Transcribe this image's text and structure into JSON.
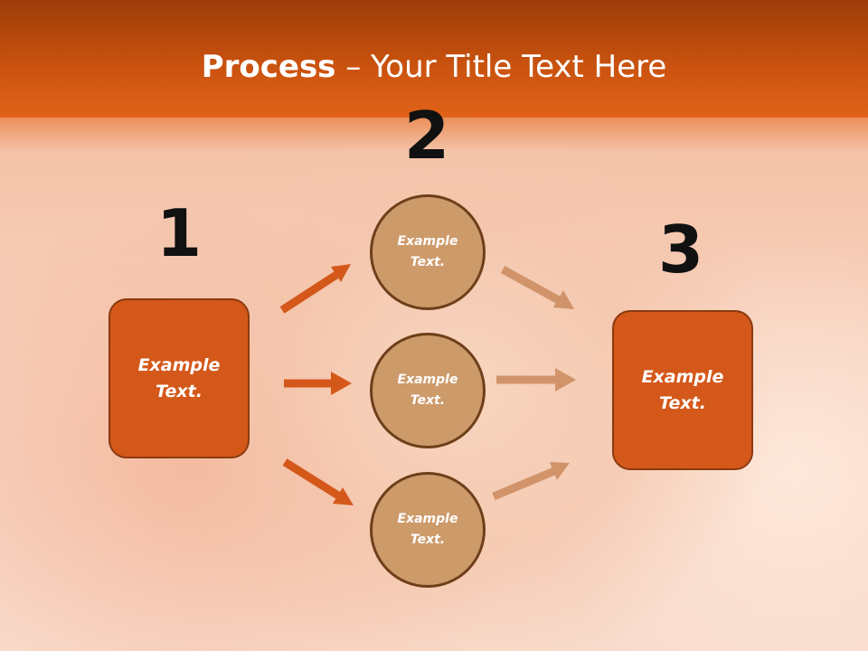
{
  "title": {
    "bold": "Process",
    "rest": " – Your Title Text Here"
  },
  "steps": {
    "one": "1",
    "two": "2",
    "three": "3"
  },
  "left_box": {
    "text": "Example\nText."
  },
  "right_box": {
    "text": "Example\nText."
  },
  "circles": [
    {
      "text": "Example\nText."
    },
    {
      "text": "Example\nText."
    },
    {
      "text": "Example\nText."
    }
  ],
  "colors": {
    "header": "#c9520f",
    "box_fill": "#d4581a",
    "circle_fill": "#cd9a6a",
    "arrow_left": "#d4581a",
    "arrow_right": "#d1946a"
  }
}
